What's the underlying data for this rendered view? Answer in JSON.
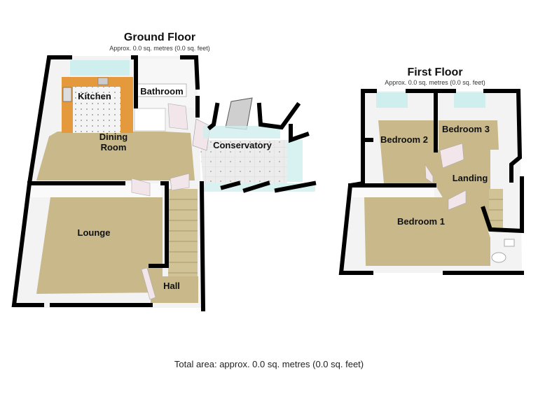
{
  "ground_floor": {
    "title": "Ground Floor",
    "area": "Approx. 0.0 sq. metres (0.0 sq. feet)",
    "rooms": [
      "Kitchen",
      "Bathroom",
      "Dining Room",
      "Conservatory",
      "Lounge",
      "Hall"
    ]
  },
  "first_floor": {
    "title": "First Floor",
    "area": "Approx. 0.0 sq. metres (0.0 sq. feet)",
    "rooms": [
      "Bedroom 2",
      "Bedroom 3",
      "Landing",
      "Bedroom 1"
    ]
  },
  "total_area": "Total area: approx. 0.0 sq. metres (0.0 sq. feet)",
  "colors": {
    "carpet": "#c9b98a",
    "wall": "#000000",
    "worktop": "#e49a3c",
    "window": "#cfeeee",
    "tile": "#e6e6e6"
  }
}
